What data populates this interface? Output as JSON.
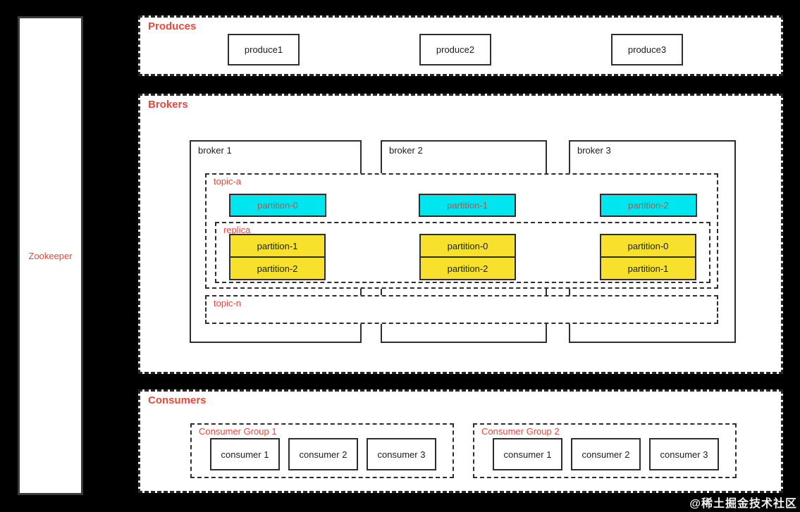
{
  "colors": {
    "bg": "#000000",
    "panel": "#ffffff",
    "accent": "#e8493a",
    "line": "#2e2e2e",
    "cyan": "#00e6f0",
    "yellow": "#f8e12c",
    "cyan-text": "#b0574a",
    "box-text": "#1c1c1c"
  },
  "zookeeper": {
    "label": "Zookeeper"
  },
  "produces": {
    "title": "Produces",
    "items": [
      {
        "label": "produce1"
      },
      {
        "label": "produce2"
      },
      {
        "label": "produce3"
      }
    ]
  },
  "brokers": {
    "title": "Brokers",
    "broker_boxes": [
      {
        "label": "broker 1"
      },
      {
        "label": "broker 2"
      },
      {
        "label": "broker 3"
      }
    ],
    "topic_a": {
      "label": "topic-a",
      "leader_partitions": [
        {
          "label": "partition-0"
        },
        {
          "label": "partition-1"
        },
        {
          "label": "partition-2"
        }
      ],
      "replica": {
        "label": "replica",
        "groups": [
          {
            "partitions": [
              "partition-1",
              "partition-2"
            ]
          },
          {
            "partitions": [
              "partition-0",
              "partition-2"
            ]
          },
          {
            "partitions": [
              "partition-0",
              "partition-1"
            ]
          }
        ]
      }
    },
    "topic_n": {
      "label": "topic-n"
    }
  },
  "consumers": {
    "title": "Consumers",
    "groups": [
      {
        "label": "Consumer Group 1",
        "members": [
          {
            "label": "consumer 1"
          },
          {
            "label": "consumer 2"
          },
          {
            "label": "consumer 3"
          }
        ]
      },
      {
        "label": "Consumer Group 2",
        "members": [
          {
            "label": "consumer 1"
          },
          {
            "label": "consumer 2"
          },
          {
            "label": "consumer 3"
          }
        ]
      }
    ]
  },
  "watermark": {
    "text": "@稀土掘金技术社区"
  }
}
